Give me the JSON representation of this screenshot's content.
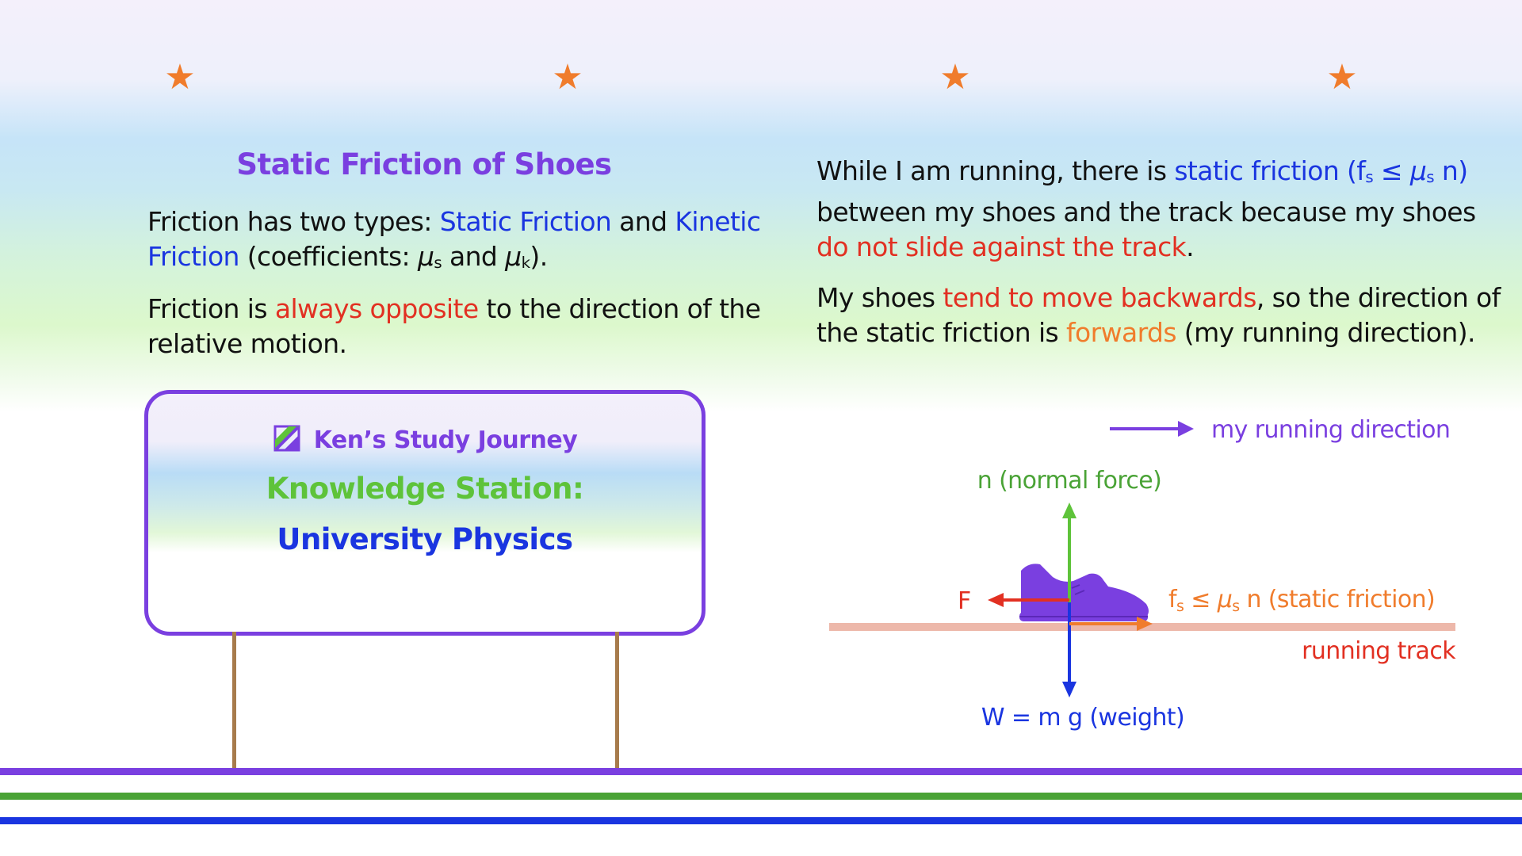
{
  "stars": [
    "★",
    "★",
    "★",
    "★"
  ],
  "title": "Static Friction of Shoes",
  "left": {
    "p1": {
      "a": "Friction has two types: ",
      "static": "Static Friction",
      "b": " and ",
      "kinetic": "Kinetic Friction",
      "c": " (coefficients: ",
      "mu": "μ",
      "s": "s",
      "d": " and ",
      "k": "k",
      "e": ")."
    },
    "p2": {
      "a": "Friction is ",
      "opposite": "always opposite",
      "b": " to the direction of the relative motion."
    }
  },
  "sign": {
    "brand": "Ken’s Study Journey",
    "line1": "Knowledge Station:",
    "line2": "University Physics"
  },
  "right": {
    "p1": {
      "a": "While I am running, there is ",
      "sf": "static friction (f",
      "s1": "s",
      "le": " ≤ ",
      "mu": "μ",
      "s2": "s",
      "n": " n)",
      "b": " between my shoes and the track because my shoes ",
      "noslide": "do not slide against the track",
      "c": "."
    },
    "p2": {
      "a": "My shoes ",
      "back": "tend to move backwards",
      "b": ", so the direction of the static friction is ",
      "fwd": "forwards",
      "c": " (my running direction)."
    }
  },
  "diagram": {
    "running_direction": "my running direction",
    "normal": "n (normal force)",
    "F": "F",
    "friction": {
      "f": "f",
      "s1": "s",
      "le": " ≤ ",
      "mu": "μ",
      "s2": "s",
      "rest": " n (static friction)"
    },
    "track": "running track",
    "weight": "W = m g (weight)"
  },
  "colors": {
    "purple": "#7a3fe0",
    "blue": "#1a35e0",
    "green": "#5ec33a",
    "red": "#e23022",
    "orange": "#f07c2c",
    "track": "#edb8aa",
    "post": "#a77b4c"
  }
}
